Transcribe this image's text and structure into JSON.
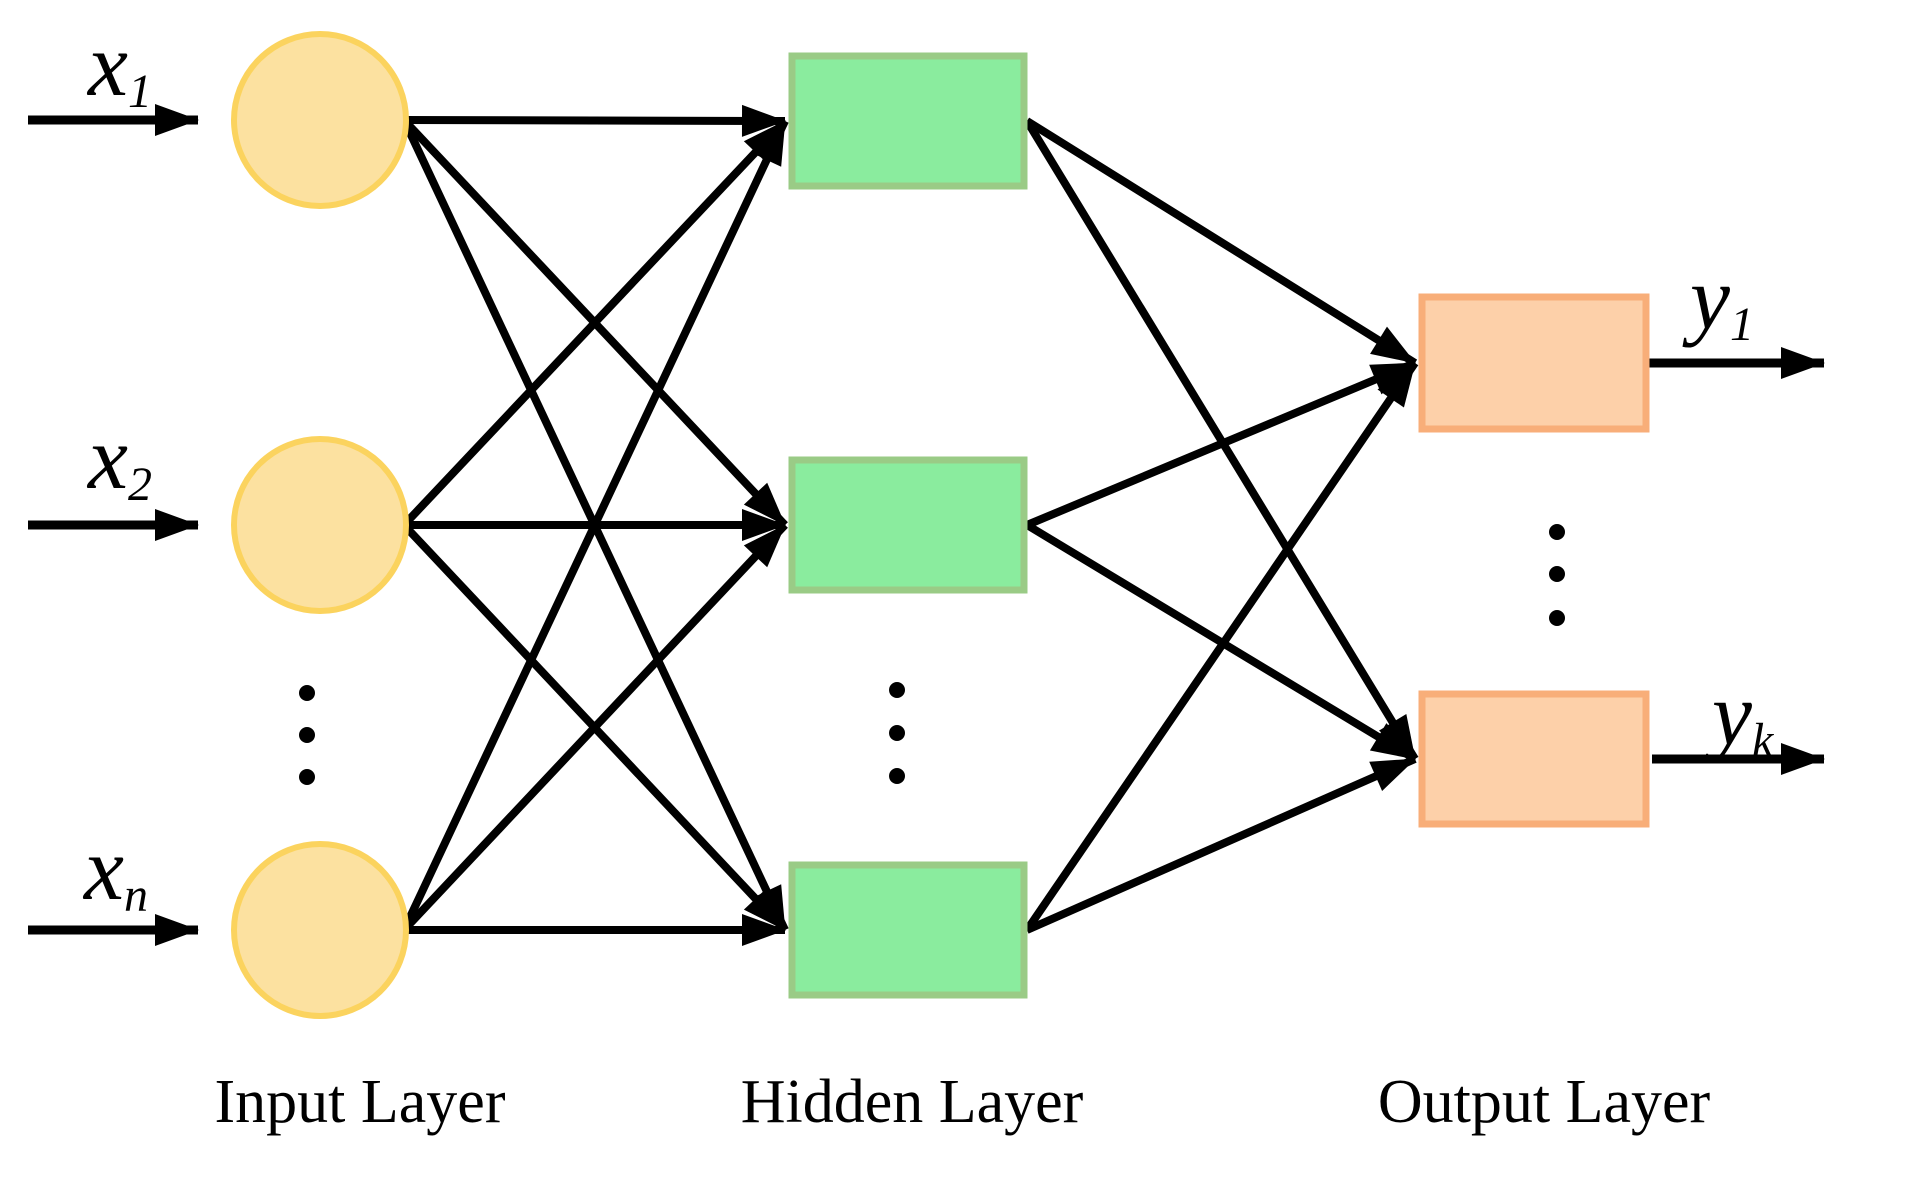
{
  "colors": {
    "background": "#ffffff",
    "edge": "#000000",
    "text": "#000000",
    "input_node_fill": "#fce1a0",
    "input_node_stroke": "#fbd35e",
    "hidden_node_fill": "#8aec9e",
    "hidden_node_stroke": "#9acb86",
    "output_node_fill": "#fdd0a9",
    "output_node_stroke": "#f8ae79"
  },
  "labels": {
    "inputs": [
      {
        "base": "x",
        "sub": "1"
      },
      {
        "base": "x",
        "sub": "2"
      },
      {
        "base": "x",
        "sub": "n"
      }
    ],
    "outputs": [
      {
        "base": "y",
        "sub": "1"
      },
      {
        "base": "y",
        "sub": "k"
      }
    ],
    "layers": {
      "input": "Input Layer",
      "hidden": "Hidden Layer",
      "output": "Output Layer"
    }
  }
}
